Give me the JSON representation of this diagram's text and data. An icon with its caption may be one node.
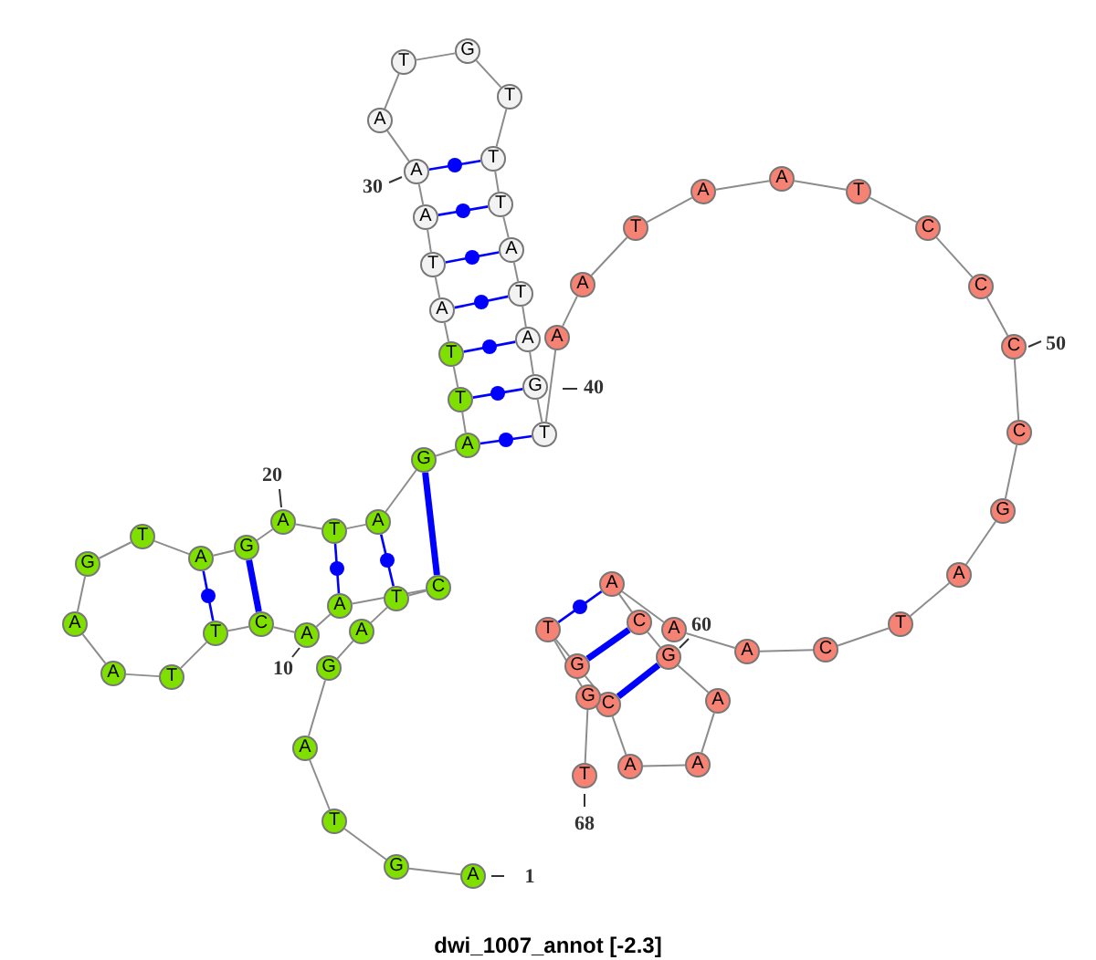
{
  "diagram": {
    "caption": "dwi_1007_annot [-2.3]",
    "nodes": [
      {
        "text": [
          "A"
        ],
        "beside": [
          "1"
        ]
      },
      {
        "text": [
          "G"
        ]
      },
      {
        "text": [
          "T"
        ]
      },
      {
        "text": [
          "A"
        ]
      },
      {
        "text": [
          "G"
        ]
      },
      {
        "text": [
          "A"
        ]
      },
      {
        "text": [
          "T"
        ]
      },
      {
        "text": [
          "C"
        ]
      },
      {
        "text": [
          "A"
        ]
      },
      {
        "text": [
          "A"
        ],
        "beside": [
          "10"
        ]
      },
      {
        "text": [
          "C"
        ]
      },
      {
        "text": [
          "T"
        ]
      },
      {
        "text": [
          "T"
        ]
      },
      {
        "text": [
          "A"
        ]
      },
      {
        "text": [
          "A"
        ]
      },
      {
        "text": [
          "G"
        ]
      },
      {
        "text": [
          "T"
        ]
      },
      {
        "text": [
          "A"
        ]
      },
      {
        "text": [
          "G"
        ]
      },
      {
        "text": [
          "A"
        ],
        "beside": [
          "20"
        ]
      },
      {
        "text": [
          "T"
        ]
      },
      {
        "text": [
          "A"
        ]
      },
      {
        "text": [
          "G"
        ]
      },
      {
        "text": [
          "A"
        ]
      },
      {
        "text": [
          "T"
        ]
      },
      {
        "text": [
          "T"
        ]
      },
      {
        "text": [
          "A"
        ]
      },
      {
        "text": [
          "T"
        ]
      },
      {
        "text": [
          "A"
        ]
      },
      {
        "text": [
          "A"
        ],
        "beside": [
          "30"
        ]
      },
      {
        "text": [
          "A"
        ]
      },
      {
        "text": [
          "T"
        ]
      },
      {
        "text": [
          "G"
        ]
      },
      {
        "text": [
          "T"
        ]
      },
      {
        "text": [
          "T"
        ]
      },
      {
        "text": [
          "T"
        ]
      },
      {
        "text": [
          "A"
        ]
      },
      {
        "text": [
          "T"
        ]
      },
      {
        "text": [
          "A"
        ]
      },
      {
        "text": [
          "G"
        ],
        "beside": [
          "40"
        ]
      },
      {
        "text": [
          "T"
        ]
      },
      {
        "text": [
          "A"
        ]
      },
      {
        "text": [
          "A"
        ]
      },
      {
        "text": [
          "T"
        ]
      },
      {
        "text": [
          "A"
        ]
      },
      {
        "text": [
          "A"
        ]
      },
      {
        "text": [
          "T"
        ]
      },
      {
        "text": [
          "C"
        ]
      },
      {
        "text": [
          "C"
        ]
      },
      {
        "text": [
          "C"
        ],
        "beside": [
          "50"
        ]
      },
      {
        "text": [
          "C"
        ]
      },
      {
        "text": [
          "G"
        ]
      },
      {
        "text": [
          "A"
        ]
      },
      {
        "text": [
          "T"
        ]
      },
      {
        "text": [
          "C"
        ]
      },
      {
        "text": [
          "A"
        ]
      },
      {
        "text": [
          "A"
        ]
      },
      {
        "text": [
          "A"
        ]
      },
      {
        "text": [
          "C"
        ]
      },
      {
        "text": [
          "G"
        ],
        "beside": [
          "60"
        ]
      },
      {
        "text": [
          "A"
        ]
      },
      {
        "text": [
          "A"
        ]
      },
      {
        "text": [
          "A"
        ]
      },
      {
        "text": [
          "C"
        ]
      },
      {
        "text": [
          "G"
        ]
      },
      {
        "text": [
          "T"
        ]
      },
      {
        "text": [
          "G"
        ]
      },
      {
        "text": [
          "T"
        ],
        "beside": [
          "68"
        ]
      }
    ],
    "edges": [
      {
        "from": 0,
        "to": 1,
        "arrow": "none"
      },
      {
        "from": 1,
        "to": 2,
        "arrow": "none"
      },
      {
        "from": 2,
        "to": 3,
        "arrow": "none"
      },
      {
        "from": 3,
        "to": 4,
        "arrow": "none"
      },
      {
        "from": 4,
        "to": 5,
        "arrow": "none"
      },
      {
        "from": 5,
        "to": 6,
        "arrow": "none"
      },
      {
        "from": 6,
        "to": 7,
        "arrow": "none"
      },
      {
        "from": 7,
        "to": 8,
        "arrow": "none"
      },
      {
        "from": 8,
        "to": 9,
        "arrow": "none"
      },
      {
        "from": 9,
        "to": 10,
        "arrow": "none"
      },
      {
        "from": 10,
        "to": 11,
        "arrow": "none"
      },
      {
        "from": 11,
        "to": 12,
        "arrow": "none"
      },
      {
        "from": 12,
        "to": 13,
        "arrow": "none"
      },
      {
        "from": 13,
        "to": 14,
        "arrow": "none"
      },
      {
        "from": 14,
        "to": 15,
        "arrow": "none"
      },
      {
        "from": 15,
        "to": 16,
        "arrow": "none"
      },
      {
        "from": 16,
        "to": 17,
        "arrow": "none"
      },
      {
        "from": 17,
        "to": 18,
        "arrow": "none"
      },
      {
        "from": 18,
        "to": 19,
        "arrow": "none"
      },
      {
        "from": 19,
        "to": 20,
        "arrow": "none"
      },
      {
        "from": 20,
        "to": 21,
        "arrow": "none"
      },
      {
        "from": 21,
        "to": 22,
        "arrow": "none"
      },
      {
        "from": 22,
        "to": 23,
        "arrow": "none"
      },
      {
        "from": 23,
        "to": 24,
        "arrow": "none"
      },
      {
        "from": 24,
        "to": 25,
        "arrow": "none"
      },
      {
        "from": 25,
        "to": 26,
        "arrow": "none"
      },
      {
        "from": 26,
        "to": 27,
        "arrow": "none"
      },
      {
        "from": 27,
        "to": 28,
        "arrow": "none"
      },
      {
        "from": 28,
        "to": 29,
        "arrow": "none"
      },
      {
        "from": 29,
        "to": 30,
        "arrow": "none"
      },
      {
        "from": 30,
        "to": 31,
        "arrow": "none"
      },
      {
        "from": 31,
        "to": 32,
        "arrow": "none"
      },
      {
        "from": 32,
        "to": 33,
        "arrow": "none"
      },
      {
        "from": 33,
        "to": 34,
        "arrow": "none"
      },
      {
        "from": 34,
        "to": 35,
        "arrow": "none"
      },
      {
        "from": 35,
        "to": 36,
        "arrow": "none"
      },
      {
        "from": 36,
        "to": 37,
        "arrow": "none"
      },
      {
        "from": 37,
        "to": 38,
        "arrow": "none"
      },
      {
        "from": 38,
        "to": 39,
        "arrow": "none"
      },
      {
        "from": 39,
        "to": 40,
        "arrow": "none"
      },
      {
        "from": 40,
        "to": 41,
        "arrow": "none"
      },
      {
        "from": 41,
        "to": 42,
        "arrow": "none"
      },
      {
        "from": 42,
        "to": 43,
        "arrow": "none"
      },
      {
        "from": 43,
        "to": 44,
        "arrow": "none"
      },
      {
        "from": 44,
        "to": 45,
        "arrow": "none"
      },
      {
        "from": 45,
        "to": 46,
        "arrow": "none"
      },
      {
        "from": 46,
        "to": 47,
        "arrow": "none"
      },
      {
        "from": 47,
        "to": 48,
        "arrow": "none"
      },
      {
        "from": 48,
        "to": 49,
        "arrow": "none"
      },
      {
        "from": 49,
        "to": 50,
        "arrow": "none"
      },
      {
        "from": 50,
        "to": 51,
        "arrow": "none"
      },
      {
        "from": 51,
        "to": 52,
        "arrow": "none"
      },
      {
        "from": 52,
        "to": 53,
        "arrow": "none"
      },
      {
        "from": 53,
        "to": 54,
        "arrow": "none"
      },
      {
        "from": 54,
        "to": 55,
        "arrow": "none"
      },
      {
        "from": 55,
        "to": 56,
        "arrow": "none"
      },
      {
        "from": 56,
        "to": 57,
        "arrow": "none"
      },
      {
        "from": 57,
        "to": 58,
        "arrow": "none"
      },
      {
        "from": 58,
        "to": 59,
        "arrow": "none"
      },
      {
        "from": 59,
        "to": 60,
        "arrow": "none"
      },
      {
        "from": 60,
        "to": 61,
        "arrow": "none"
      },
      {
        "from": 61,
        "to": 62,
        "arrow": "none"
      },
      {
        "from": 62,
        "to": 63,
        "arrow": "none"
      },
      {
        "from": 63,
        "to": 64,
        "arrow": "none"
      },
      {
        "from": 64,
        "to": 65,
        "arrow": "none"
      },
      {
        "from": 65,
        "to": 66,
        "arrow": "none"
      },
      {
        "from": 66,
        "to": 67,
        "arrow": "none"
      },
      {
        "from": 29,
        "to": 34,
        "arrow": "none",
        "color": "#0000ff"
      },
      {
        "from": 28,
        "to": 35,
        "arrow": "none",
        "color": "#0000ff"
      },
      {
        "from": 27,
        "to": 36,
        "arrow": "none",
        "color": "#0000ff"
      },
      {
        "from": 26,
        "to": 37,
        "arrow": "none",
        "color": "#0000ff"
      },
      {
        "from": 25,
        "to": 38,
        "arrow": "none",
        "color": "#0000ff"
      },
      {
        "from": 24,
        "to": 39,
        "arrow": "none",
        "color": "#0000ff"
      },
      {
        "from": 23,
        "to": 40,
        "arrow": "none",
        "color": "#0000ff"
      },
      {
        "from": 22,
        "to": 7,
        "arrow": "none",
        "color": "#0000ff",
        "style": "thick"
      },
      {
        "from": 21,
        "to": 6,
        "arrow": "none",
        "color": "#0000ff"
      },
      {
        "from": 20,
        "to": 8,
        "arrow": "none",
        "color": "#0000ff"
      },
      {
        "from": 18,
        "to": 10,
        "arrow": "none",
        "color": "#0000ff",
        "style": "thick"
      },
      {
        "from": 17,
        "to": 11,
        "arrow": "none",
        "color": "#0000ff"
      },
      {
        "from": 57,
        "to": 65,
        "arrow": "none",
        "color": "#0000ff"
      },
      {
        "from": 58,
        "to": 64,
        "arrow": "none",
        "color": "#0000ff",
        "style": "thick"
      },
      {
        "from": 59,
        "to": 63,
        "arrow": "none",
        "color": "#0000ff",
        "style": "thick"
      }
    ]
  }
}
